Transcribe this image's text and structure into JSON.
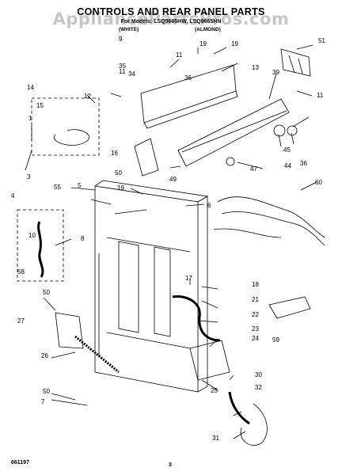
{
  "header": {
    "title": "CONTROLS AND REAR PANEL PARTS",
    "models": "For Models: LSQ9665HW, LSQ9665HN",
    "variants": [
      "(WHITE)",
      "(ALMOND)"
    ]
  },
  "watermark": "AppliancePartsPros.com",
  "footer": {
    "doc_number": "661197",
    "page_number": "3"
  },
  "callouts": [
    "1",
    "3",
    "4",
    "5",
    "6",
    "7",
    "8",
    "9",
    "10",
    "11",
    "11",
    "11",
    "12",
    "13",
    "14",
    "15",
    "16",
    "17",
    "18",
    "19",
    "19",
    "19",
    "21",
    "22",
    "23",
    "24",
    "25",
    "26",
    "27",
    "30",
    "31",
    "32",
    "34",
    "35",
    "36",
    "36",
    "39",
    "44",
    "45",
    "47",
    "49",
    "50",
    "50",
    "50",
    "51",
    "55",
    "58",
    "59",
    "60"
  ]
}
